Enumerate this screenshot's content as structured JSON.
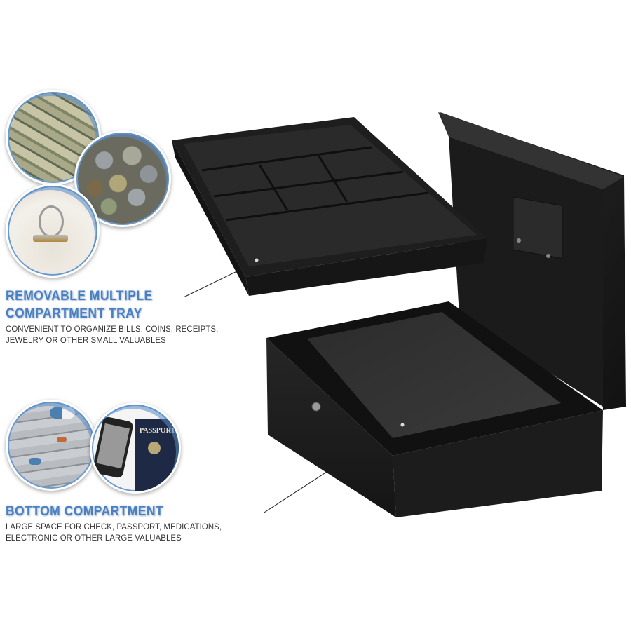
{
  "product": {
    "name": "Cash box with removable tray",
    "colors": {
      "accent": "#4a7fc1",
      "body": "#1c1c1c",
      "text": "#333333"
    }
  },
  "features": [
    {
      "title_line1": "REMOVABLE MULTIPLE",
      "title_line2": "COMPARTMENT TRAY",
      "desc_line1": "CONVENIENT TO ORGANIZE BILLS, COINS, RECEIPTS,",
      "desc_line2": "JEWELRY OR OTHER SMALL VALUABLES",
      "images": [
        "bills-photo",
        "coins-photo",
        "rings-photo"
      ]
    },
    {
      "title_line1": "BOTTOM COMPARTMENT",
      "desc_line1": "LARGE SPACE FOR CHECK, PASSPORT, MEDICATIONS,",
      "desc_line2": "ELECTRONIC OR OTHER LARGE VALUABLES",
      "images": [
        "medications-photo",
        "phone-passport-photo"
      ]
    }
  ],
  "photo_labels": {
    "passport": "PASSPORT"
  }
}
